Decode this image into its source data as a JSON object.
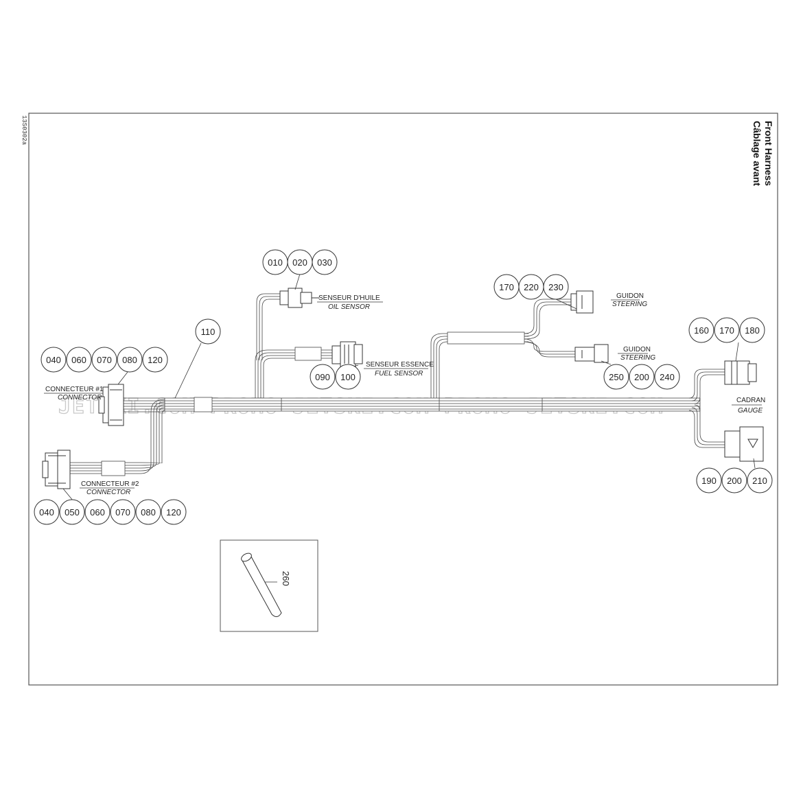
{
  "doc_code": "13S0302a",
  "title": {
    "en": "Front Harness",
    "fr": "Câblage avant"
  },
  "watermark": "JETSKI.COM PROMO-JETSKI.COM PROMO-JETSKI.COM",
  "labels": {
    "oil_fr": "SENSEUR D'HUILE",
    "oil_en": "OIL SENSOR",
    "fuel_fr": "SENSEUR ESSENCE",
    "fuel_en": "FUEL SENSOR",
    "conn1_fr": "CONNECTEUR #1",
    "conn1_en": "CONNECTOR",
    "conn2_fr": "CONNECTEUR #2",
    "conn2_en": "CONNECTOR",
    "steer1_fr": "GUIDON",
    "steer1_en": "STEERING",
    "steer2_fr": "GUIDON",
    "steer2_en": "STEERING",
    "gauge_fr": "CADRAN",
    "gauge_en": "GAUGE"
  },
  "callouts": {
    "oil": [
      "010",
      "020",
      "030"
    ],
    "fuel": [
      "090",
      "100"
    ],
    "conduit": [
      "110"
    ],
    "conn1": [
      "040",
      "060",
      "070",
      "080",
      "120"
    ],
    "conn2": [
      "040",
      "050",
      "060",
      "070",
      "080",
      "120"
    ],
    "steer1": [
      "170",
      "220",
      "230"
    ],
    "steer2": [
      "250",
      "200",
      "240"
    ],
    "gauge_top": [
      "160",
      "170",
      "180"
    ],
    "gauge_bottom": [
      "190",
      "200",
      "210"
    ],
    "tube": [
      "260"
    ]
  }
}
